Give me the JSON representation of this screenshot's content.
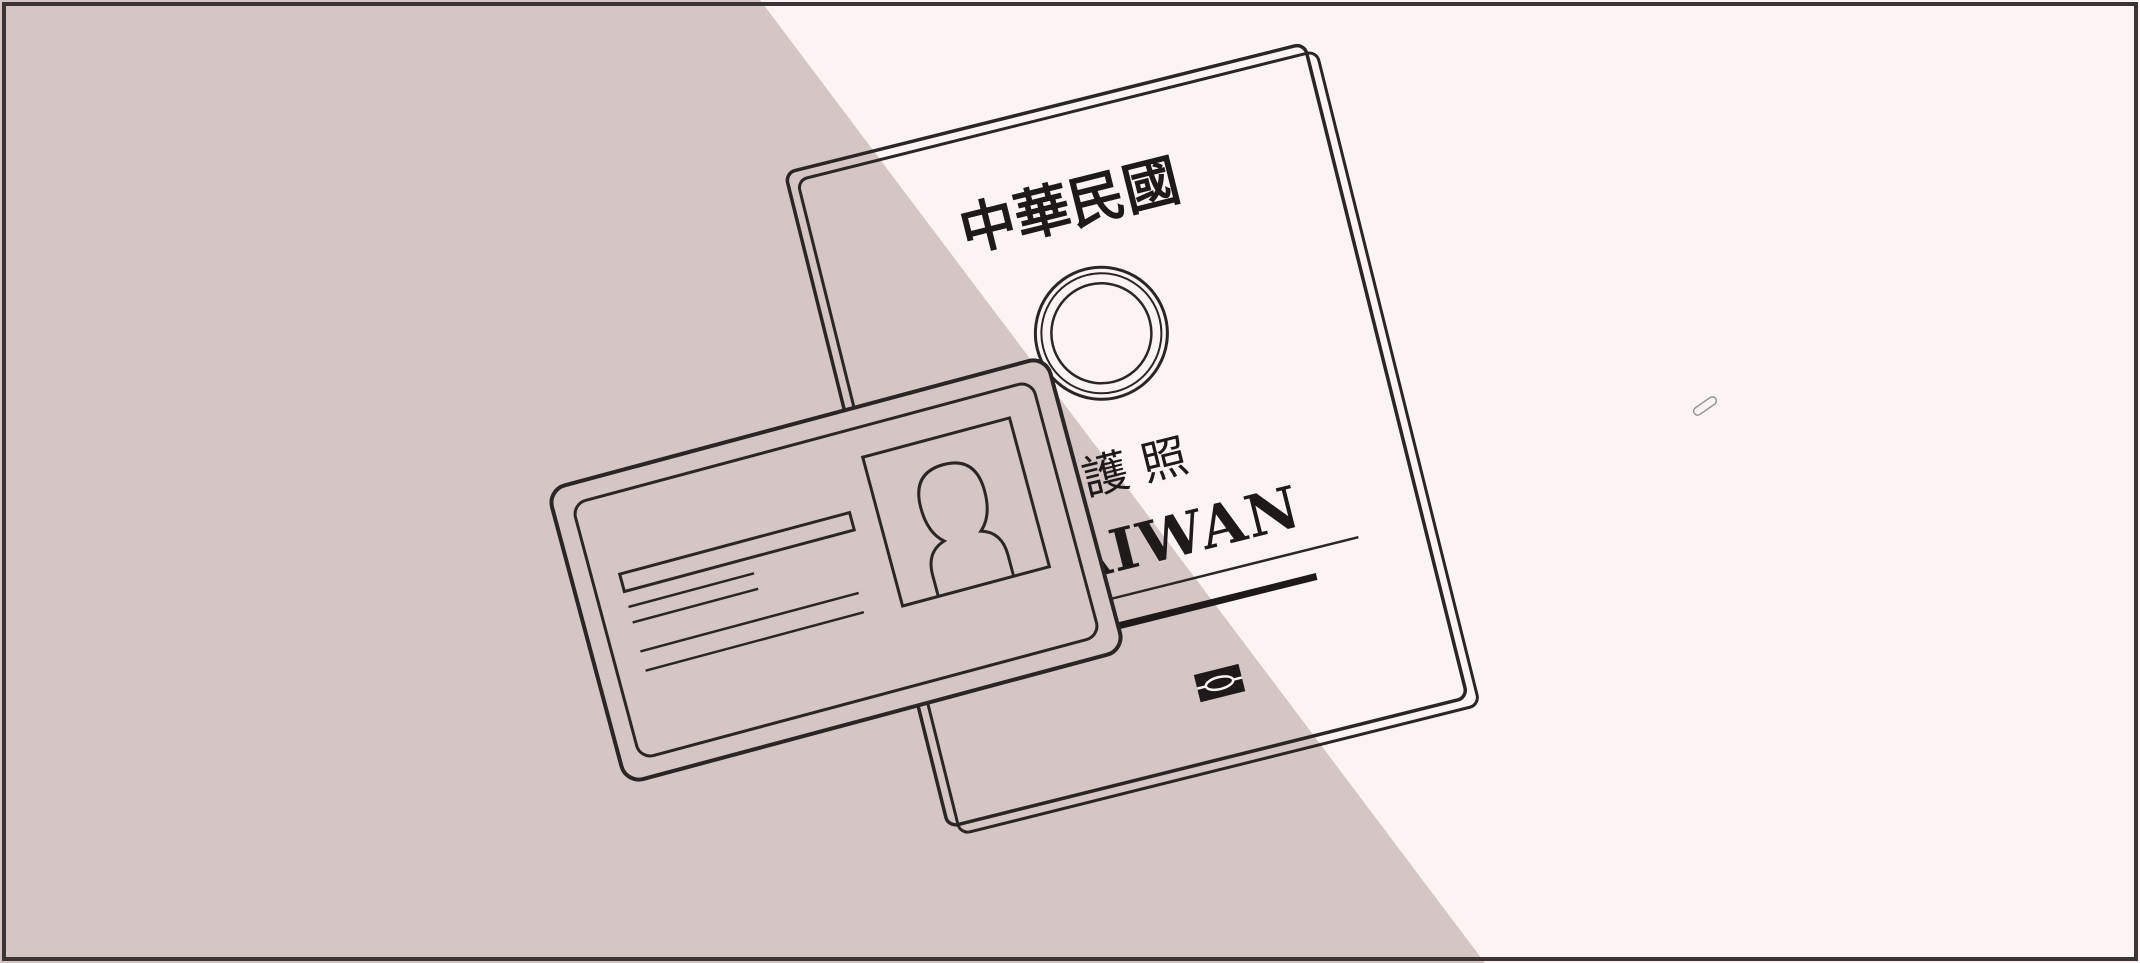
{
  "illustration": {
    "colors": {
      "background_left": "#d4c6c5",
      "background_right": "#fbf4f3",
      "line": "#2b2626",
      "frame": "#3a3434"
    },
    "passport": {
      "country_title": "中華民國",
      "doc_label": "護 照",
      "country_en": "AIWAN"
    },
    "id_card": {
      "icon": "person-silhouette-icon"
    },
    "stray_mark_icon": "pen-mark-icon"
  }
}
